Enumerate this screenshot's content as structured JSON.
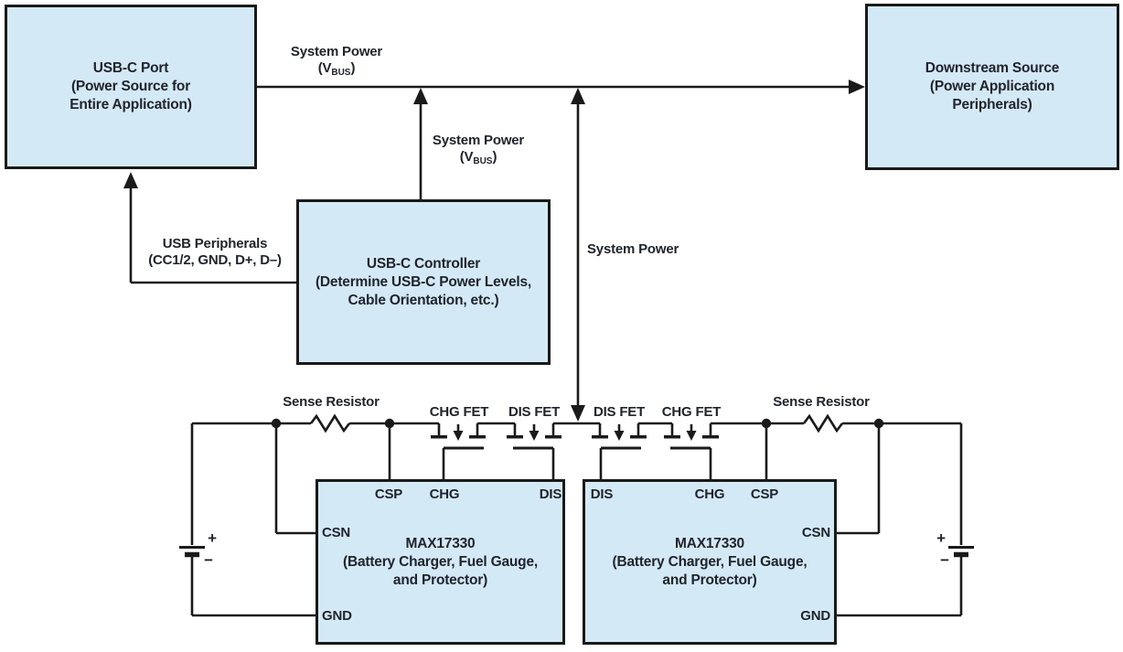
{
  "colors": {
    "box_fill": "#d4e9f6",
    "box_border": "#1a1a1a",
    "wire": "#1a1a1a",
    "text": "#20242c",
    "background": "#ffffff"
  },
  "boxes": {
    "usb_c_port": {
      "lines": [
        "USB-C Port",
        "(Power Source for",
        "Entire Application)"
      ]
    },
    "downstream_source": {
      "lines": [
        "Downstream Source",
        "(Power Application",
        "Peripherals)"
      ]
    },
    "usb_c_controller": {
      "lines": [
        "USB-C Controller",
        "(Determine USB-C Power Levels,",
        "Cable Orientation, etc.)"
      ]
    },
    "max17330_left": {
      "part": "MAX17330",
      "desc_line1": "(Battery Charger, Fuel Gauge,",
      "desc_line2": "and Protector)",
      "pins": {
        "csp": "CSP",
        "chg": "CHG",
        "dis": "DIS",
        "csn": "CSN",
        "gnd": "GND"
      }
    },
    "max17330_right": {
      "part": "MAX17330",
      "desc_line1": "(Battery Charger, Fuel Gauge,",
      "desc_line2": "and Protector)",
      "pins": {
        "dis": "DIS",
        "chg": "CHG",
        "csp": "CSP",
        "csn": "CSN",
        "gnd": "GND"
      }
    }
  },
  "labels": {
    "system_power_top": {
      "line1": "System Power",
      "vbus_open": "(V",
      "vbus_sub": "BUS",
      "vbus_close": ")"
    },
    "system_power_mid": {
      "line1": "System Power",
      "vbus_open": "(V",
      "vbus_sub": "BUS",
      "vbus_close": ")"
    },
    "system_power_vertical": "System Power",
    "usb_peripherals": {
      "line1": "USB Peripherals",
      "line2": "(CC1/2, GND, D+, D–)"
    },
    "sense_resistor_left": "Sense Resistor",
    "sense_resistor_right": "Sense Resistor",
    "fet_labels": [
      "CHG FET",
      "DIS FET",
      "DIS FET",
      "CHG FET"
    ],
    "battery_left": {
      "plus": "+",
      "minus": "−"
    },
    "battery_right": {
      "plus": "+",
      "minus": "−"
    }
  }
}
